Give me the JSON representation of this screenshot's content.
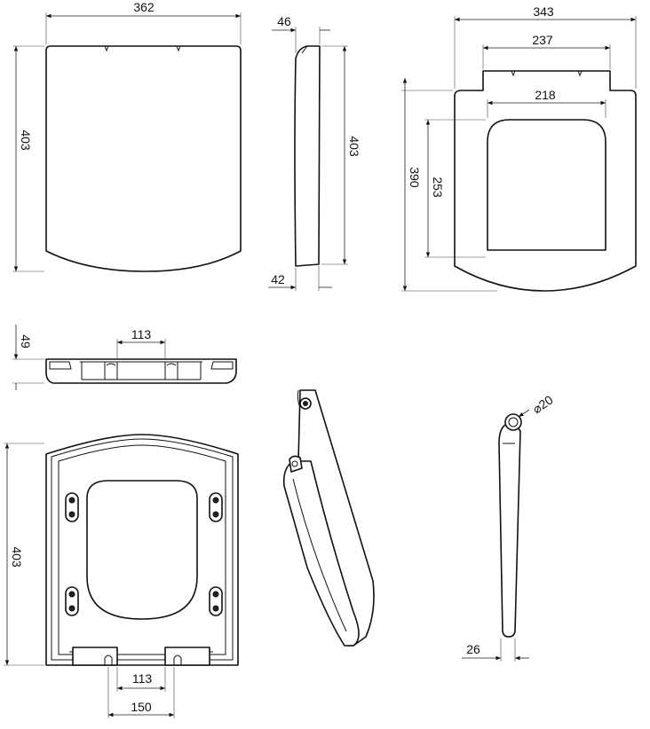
{
  "dimensions": {
    "lid_width": "362",
    "lid_height": "403",
    "side_top": "46",
    "side_height": "403",
    "side_bottom": "42",
    "ring_width": "343",
    "ring_hinge_width": "237",
    "ring_opening_width": "218",
    "ring_height": "390",
    "ring_opening_height": "253",
    "rear_height": "49",
    "rear_hinge_spacing": "113",
    "under_height": "403",
    "under_hinge_spacing": "113",
    "under_hinge_outer": "150",
    "hinge_diameter": "⌀20",
    "hinge_depth": "26"
  },
  "colors": {
    "line": "#111111",
    "background": "#ffffff"
  }
}
